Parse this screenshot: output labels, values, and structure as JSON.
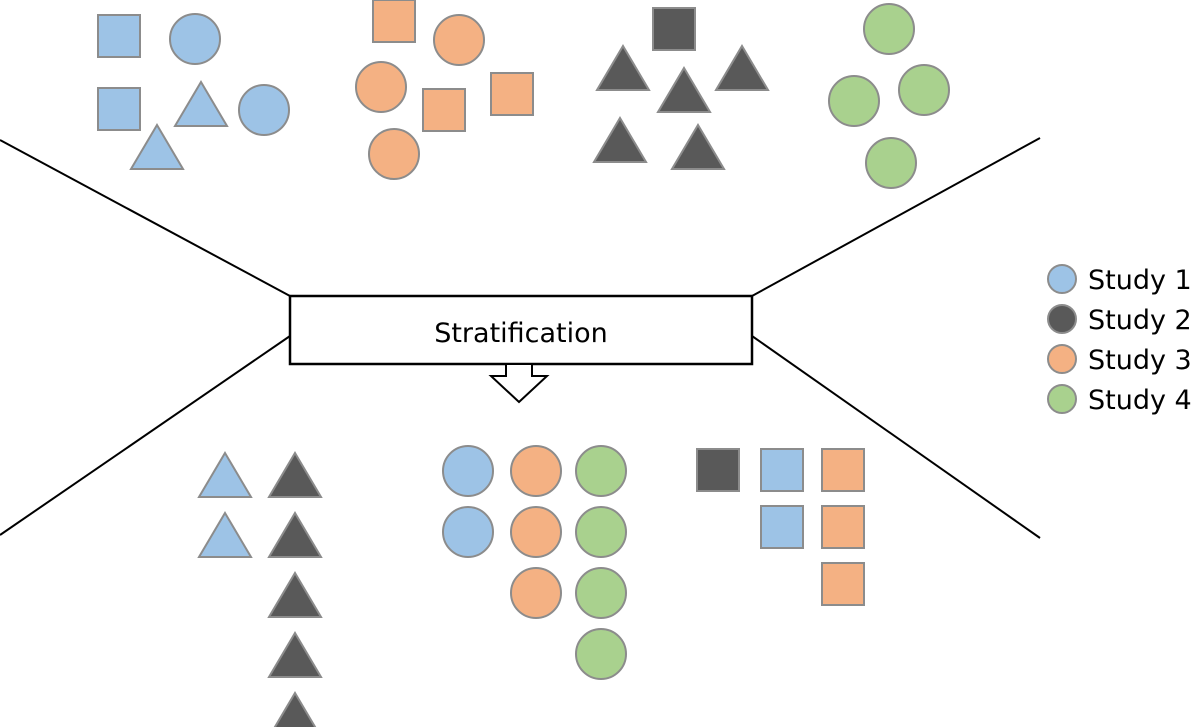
{
  "stratification_label": "Stratification",
  "colors": {
    "study1": "#9dc3e6",
    "study2": "#595959",
    "study3": "#f4b183",
    "study4": "#a9d18e",
    "stroke": "#8c8c8c"
  },
  "legend": [
    {
      "label": "Study 1",
      "color_key": "study1"
    },
    {
      "label": "Study 2",
      "color_key": "study2"
    },
    {
      "label": "Study 3",
      "color_key": "study3"
    },
    {
      "label": "Study 4",
      "color_key": "study4"
    }
  ],
  "groups_before": [
    {
      "study": "study1",
      "shapes": [
        "square",
        "circle",
        "square",
        "triangle",
        "circle",
        "triangle"
      ]
    },
    {
      "study": "study3",
      "shapes": [
        "square",
        "circle",
        "circle",
        "square",
        "square",
        "circle"
      ]
    },
    {
      "study": "study2",
      "shapes": [
        "square",
        "triangle",
        "triangle",
        "triangle",
        "triangle",
        "triangle"
      ]
    },
    {
      "study": "study4",
      "shapes": [
        "circle",
        "circle",
        "circle",
        "circle"
      ]
    }
  ],
  "groups_after": [
    {
      "shape": "triangle",
      "columns": [
        {
          "study": "study1",
          "count": 2
        },
        {
          "study": "study2",
          "count": 5
        }
      ]
    },
    {
      "shape": "circle",
      "columns": [
        {
          "study": "study1",
          "count": 2
        },
        {
          "study": "study3",
          "count": 3
        },
        {
          "study": "study4",
          "count": 4
        }
      ]
    },
    {
      "shape": "square",
      "columns": [
        {
          "study": "study2",
          "count": 1
        },
        {
          "study": "study1",
          "count": 2
        },
        {
          "study": "study3",
          "count": 3
        }
      ]
    }
  ]
}
